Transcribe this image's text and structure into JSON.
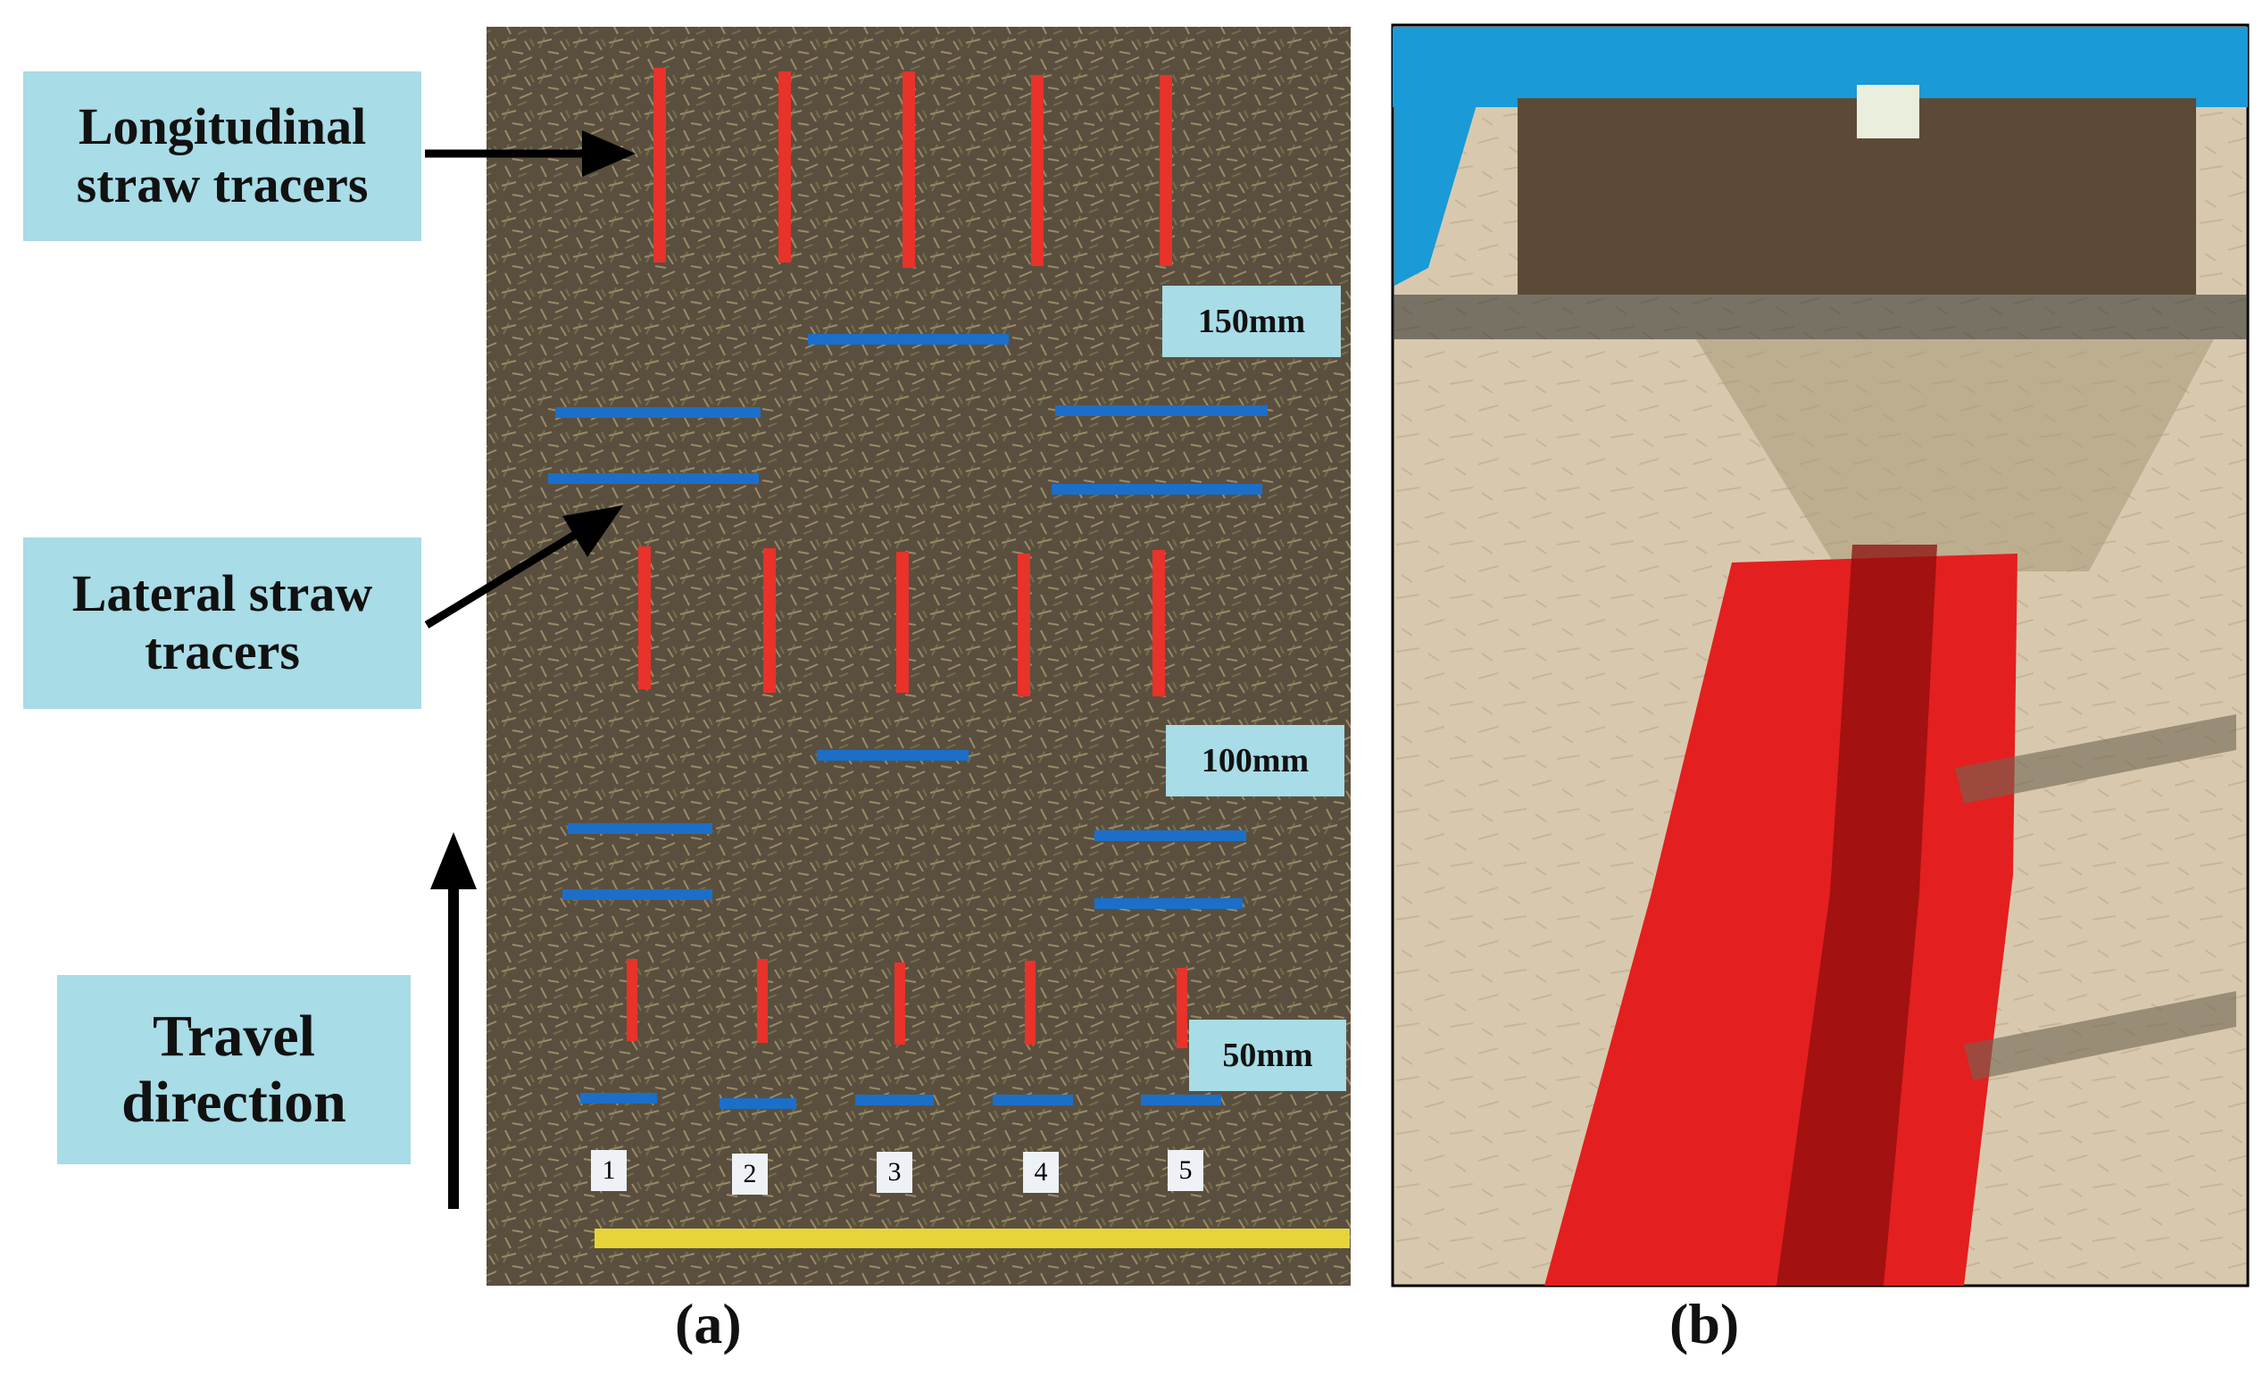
{
  "labels": {
    "longitudinal": "Longitudinal straw tracers",
    "lateral": "Lateral straw tracers",
    "travel": "Travel direction"
  },
  "depths": {
    "d150": "150mm",
    "d100": "100mm",
    "d50": "50mm"
  },
  "markers": [
    "1",
    "2",
    "3",
    "4",
    "5"
  ],
  "panels": {
    "a": "(a)",
    "b": "(b)"
  },
  "colors": {
    "label_bg": "#a8dce6",
    "tracer_red": "#e8322a",
    "tracer_blue": "#1b6fc9",
    "soil": "#5b503f",
    "sand": "#d8c9ae",
    "frame_blue": "#1a9ad6"
  }
}
